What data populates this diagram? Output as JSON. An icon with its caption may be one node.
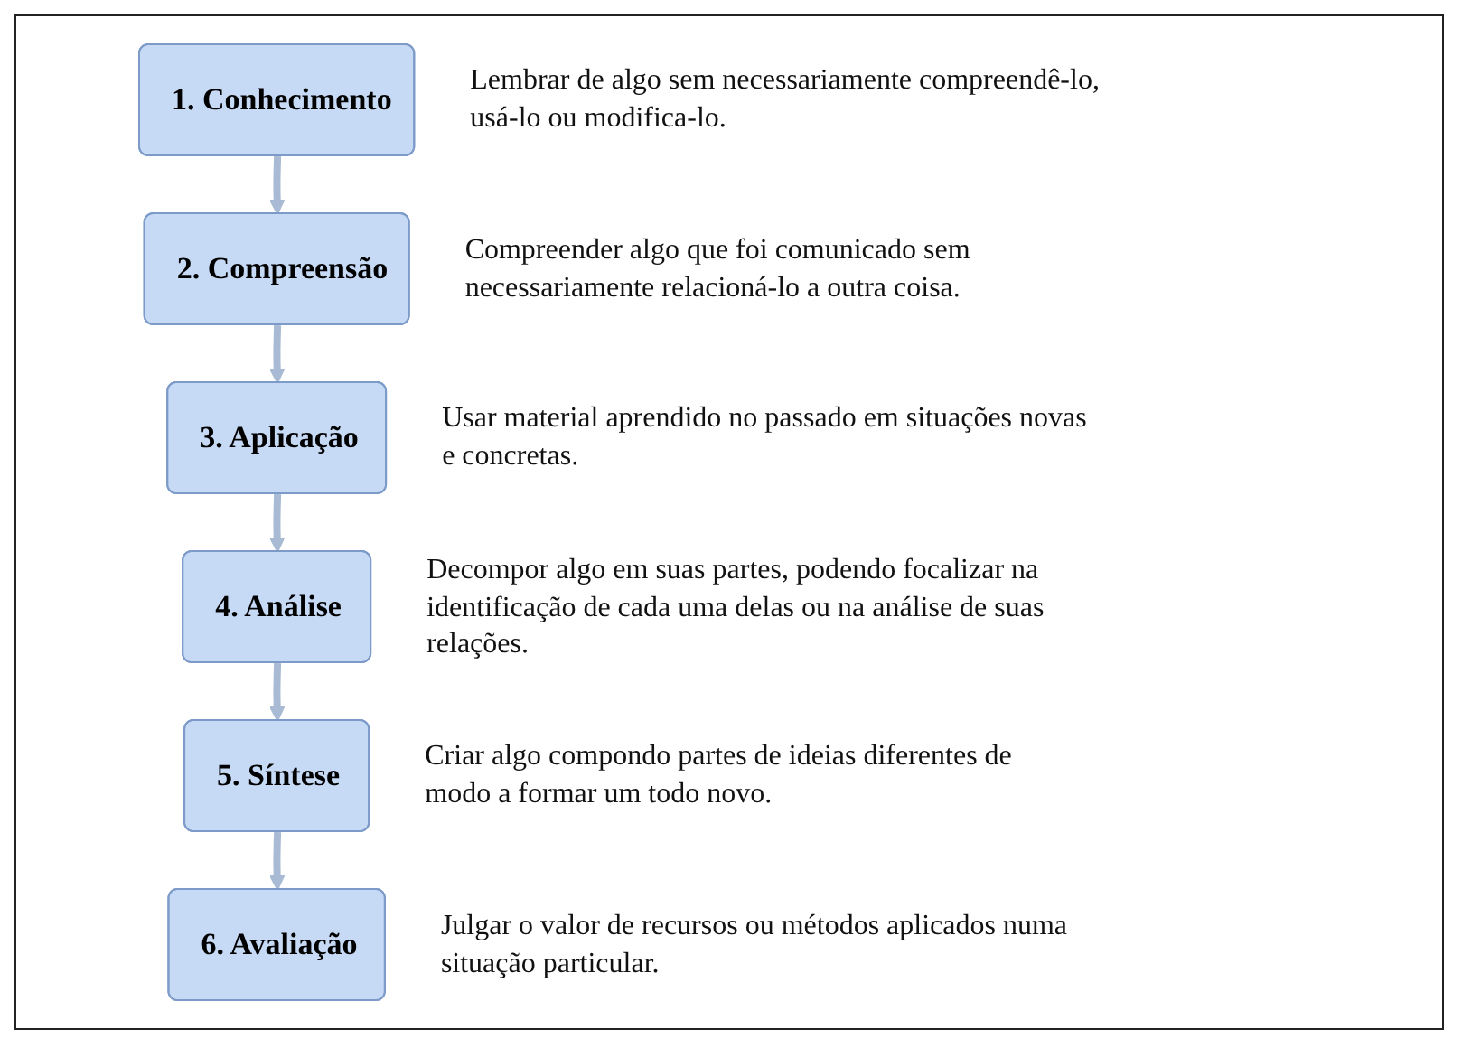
{
  "diagram": {
    "nodes": [
      {
        "text": [
          "1. Conhecimento"
        ],
        "beside": [
          "Lembrar de algo sem necessariamente compreendê-lo, usá-lo ou modifica-lo."
        ]
      },
      {
        "text": [
          "2. Compreensão"
        ],
        "beside": [
          "Compreender algo que foi comunicado sem necessariamente relacioná-lo a outra coisa."
        ]
      },
      {
        "text": [
          "3. Aplicação"
        ],
        "beside": [
          "Usar material aprendido no passado em situações novas e concretas."
        ]
      },
      {
        "text": [
          "4. Análise"
        ],
        "beside": [
          "Decompor algo em suas partes, podendo focalizar na identificação de cada uma delas ou na análise de suas relações."
        ]
      },
      {
        "text": [
          "5. Síntese"
        ],
        "beside": [
          "Criar algo compondo partes de ideias diferentes de modo a formar um todo novo."
        ]
      },
      {
        "text": [
          "6. Avaliação"
        ],
        "beside": [
          "Julgar o valor de recursos ou métodos aplicados numa situação particular."
        ]
      }
    ],
    "edges": [
      {
        "from": 0,
        "to": 1,
        "arrow": "to"
      },
      {
        "from": 1,
        "to": 2,
        "arrow": "to"
      },
      {
        "from": 2,
        "to": 3,
        "arrow": "to"
      },
      {
        "from": 3,
        "to": 4,
        "arrow": "to"
      },
      {
        "from": 4,
        "to": 5,
        "arrow": "to"
      }
    ]
  }
}
